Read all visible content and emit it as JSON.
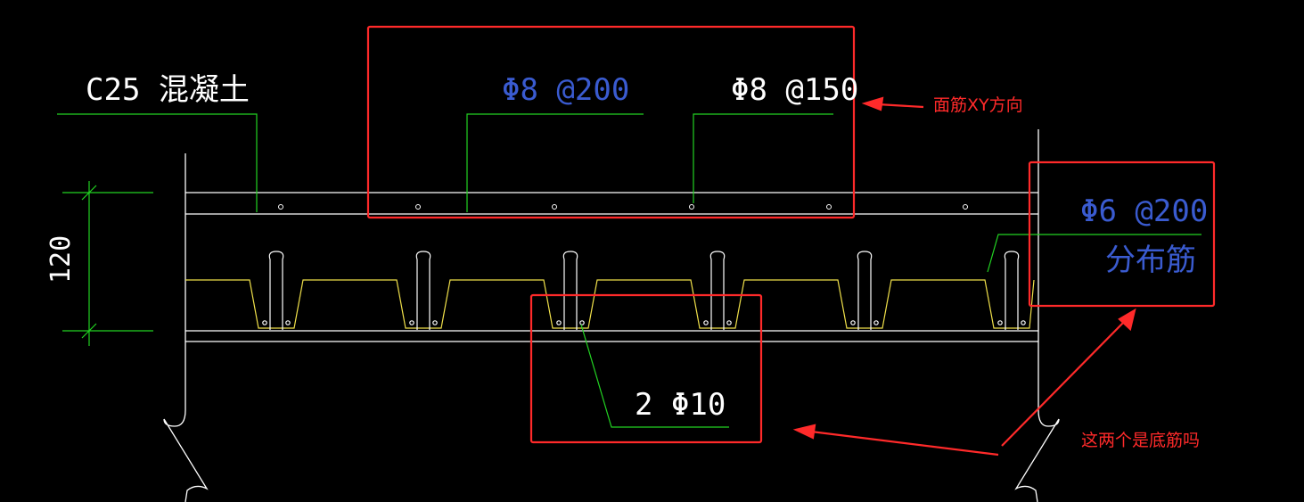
{
  "labels": {
    "concrete": "C25 混凝土",
    "dimension": "120",
    "top_rebar_a": "Φ8 @200",
    "top_rebar_b": "Φ8 @150",
    "dist_rebar": "Φ6 @200",
    "dist_rebar_name": "分布筋",
    "bottom_rebar": "2 Φ10"
  },
  "annotations": {
    "top_note": "面筋XY方向",
    "bottom_note": "这两个是底筋吗"
  },
  "colors": {
    "background": "#000000",
    "line_white": "#ffffff",
    "leader_green": "#22d322",
    "deck_yellow": "#f0e04a",
    "text_blue": "#3a5bd0",
    "annotation_red": "#ff2a2a"
  }
}
